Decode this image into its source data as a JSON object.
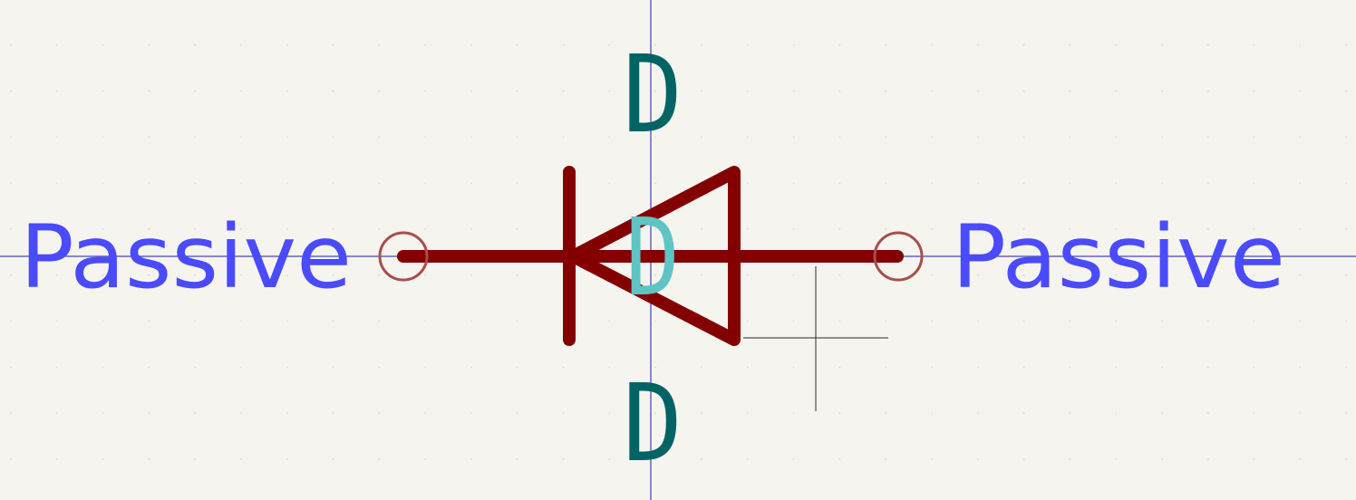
{
  "symbol": {
    "reference": "D",
    "value": "D",
    "pin_number_marker": "D",
    "pins": [
      {
        "side": "left",
        "electrical_type": "Passive"
      },
      {
        "side": "right",
        "electrical_type": "Passive"
      }
    ]
  },
  "colors": {
    "background": "#f5f4ef",
    "body": "#840000",
    "pin_circle": "#a94d4d",
    "pin_type_text": "#4a4aff",
    "reference_text": "#006464",
    "value_text": "#006464",
    "marker_text": "#5ec4c4",
    "axis": "#1a1aa0",
    "cursor": "#2a2a2a",
    "grid_dot": "#d8d6cc"
  }
}
